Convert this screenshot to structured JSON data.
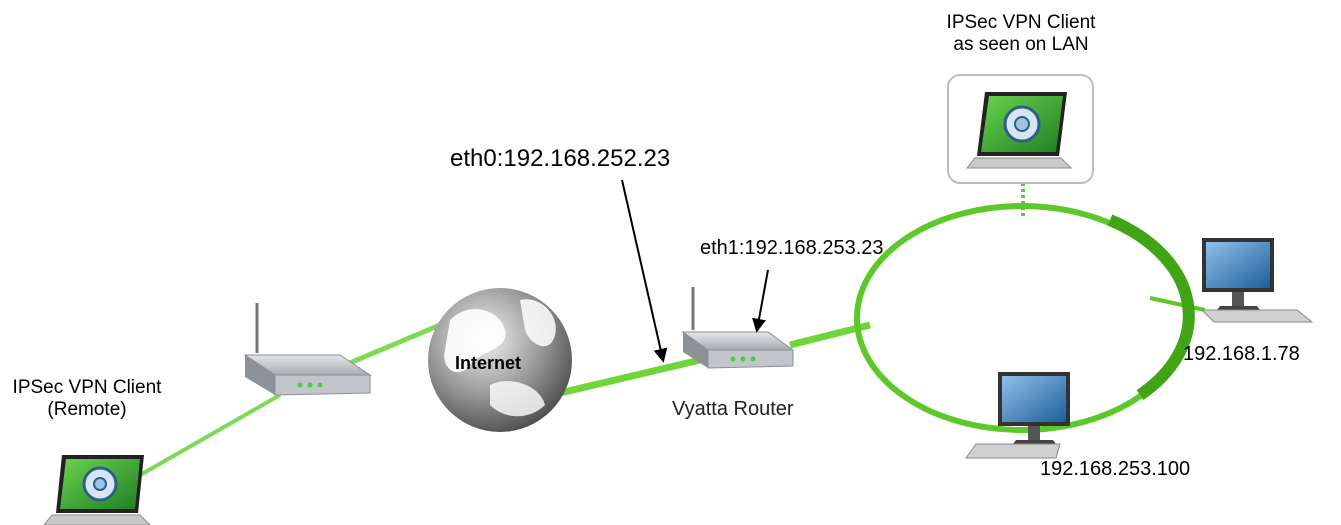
{
  "labels": {
    "lan_client_line1": "IPSec VPN Client",
    "lan_client_line2": "as seen on LAN",
    "eth0": "eth0:192.168.252.23",
    "eth1": "eth1:192.168.253.23",
    "internet": "Internet",
    "router": "Vyatta Router",
    "remote_client_line1": "IPSec VPN Client",
    "remote_client_line2": "(Remote)",
    "host_right": "192.168.1.78",
    "host_bottom": "192.168.253.100"
  },
  "colors": {
    "link_green": "#6fd63a",
    "ring_green": "#5cc82a",
    "screen_green": "#39a82e",
    "globe_gray": "#8a8a8a",
    "monitor_blue": "#1d5f9a",
    "router_gray": "#b5b9bd"
  },
  "icons": [
    "vpn-client-laptop-icon",
    "router-icon",
    "globe-icon",
    "desktop-computer-icon"
  ]
}
